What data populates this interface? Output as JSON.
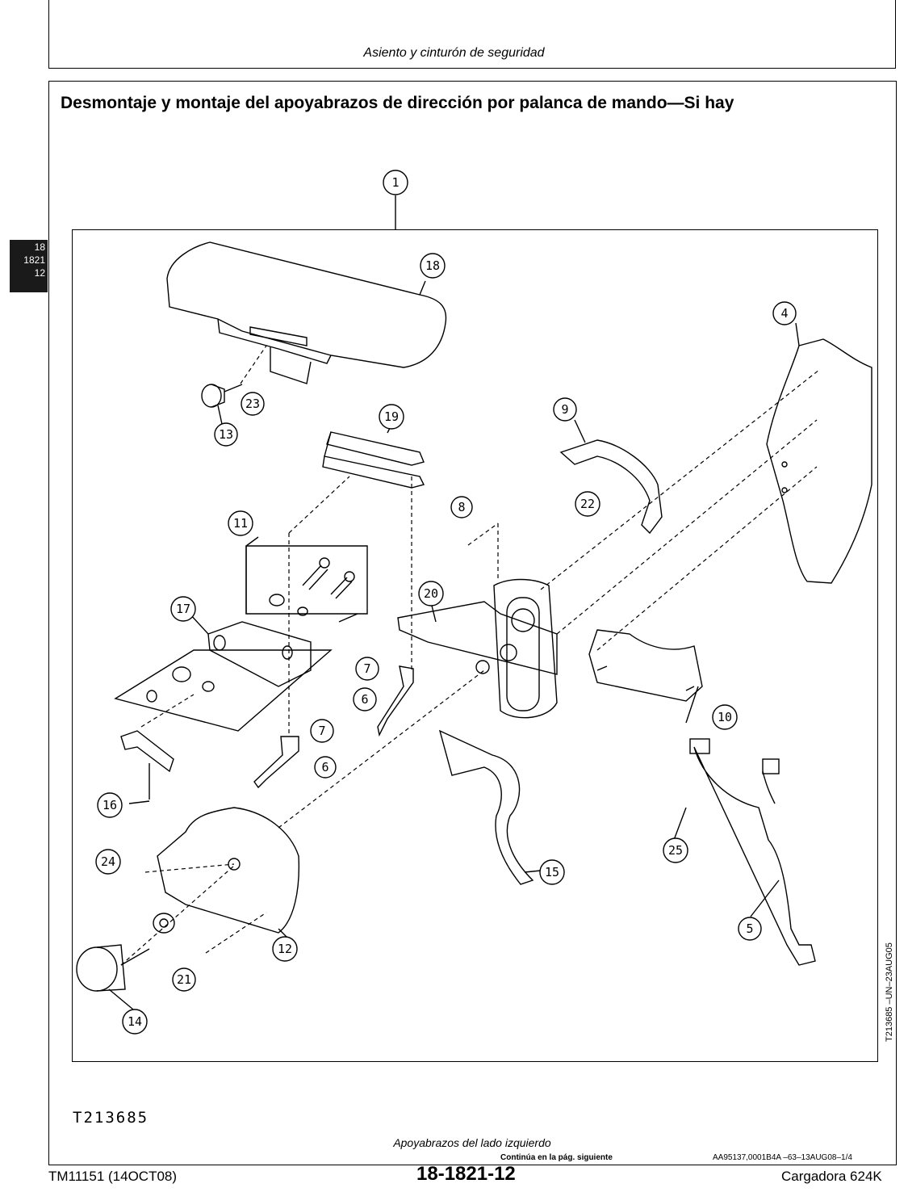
{
  "header": {
    "section": "Asiento y cinturón de seguridad"
  },
  "heading": "Desmontaje y montaje del apoyabrazos de dirección por palanca de mando—Si hay",
  "tab": {
    "line1": "18",
    "line2": "1821",
    "line3": "12"
  },
  "figure": {
    "code": "T213685",
    "vertical_ref_a": "T213685 –UN–23AUG05",
    "caption": "Apoyabrazos del lado izquierdo",
    "callouts": [
      "1",
      "18",
      "4",
      "23",
      "13",
      "19",
      "9",
      "8",
      "22",
      "11",
      "20",
      "17",
      "7",
      "6",
      "10",
      "16",
      "24",
      "15",
      "25",
      "5",
      "12",
      "21",
      "14"
    ]
  },
  "footer": {
    "continue": "Continúa en la pág. siguiente",
    "doc_ref": "AA95137,0001B4A –63–13AUG08–1/4",
    "manual": "TM11151 (14OCT08)",
    "page": "18-1821-12",
    "model": "Cargadora 624K"
  }
}
